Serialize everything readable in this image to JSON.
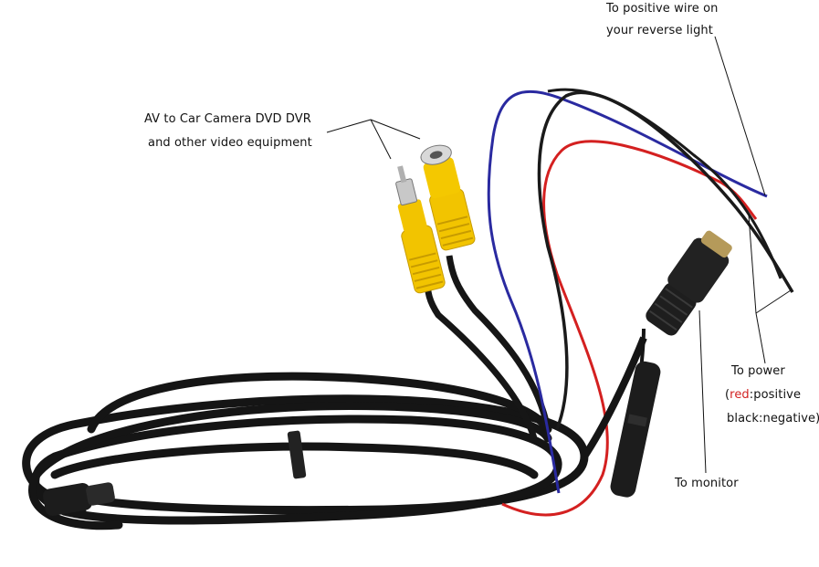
{
  "labels": {
    "reverse_light_line1": "To positive wire on",
    "reverse_light_line2": "your reverse light",
    "av_line1": "AV to Car Camera DVD DVR",
    "av_line2": "and other video equipment",
    "power_title": "To power",
    "power_open_paren": "(",
    "power_red_word": "red",
    "power_positive_rest": ":positive",
    "power_negative": "black:negative)",
    "monitor": "To monitor"
  },
  "colors": {
    "background": "#ffffff",
    "cable_black": "#1a1a1a",
    "connector_yellow": "#f2c400",
    "wire_red": "#d42020",
    "wire_blue": "#2a2aa0",
    "label_red": "#d22222"
  },
  "icons": {
    "av_connector": "rca-plug-icon",
    "power_connector": "aviation-4pin-connector-icon",
    "fuse": "inline-fuse-holder-icon"
  }
}
